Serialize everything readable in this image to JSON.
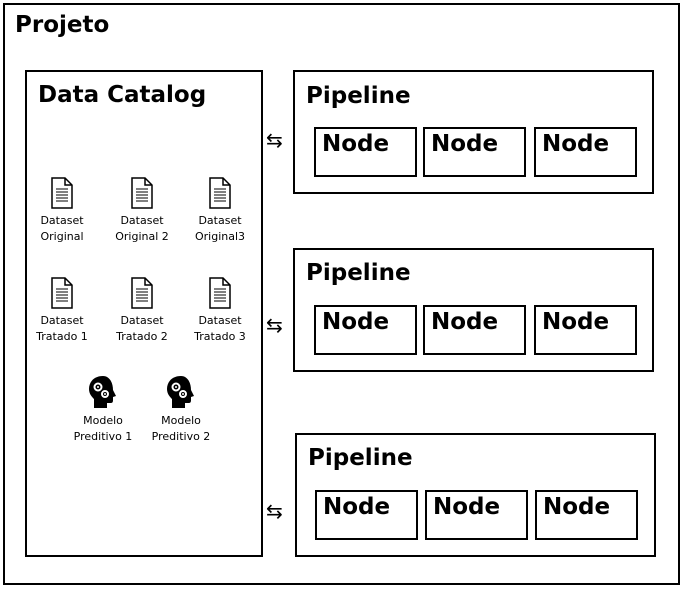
{
  "project": {
    "title": "Projeto"
  },
  "catalog": {
    "title": "Data Catalog",
    "datasets": [
      {
        "label": "Dataset\nOriginal",
        "icon": "document-icon"
      },
      {
        "label": "Dataset\nOriginal 2",
        "icon": "document-icon"
      },
      {
        "label": "Dataset\nOriginal3",
        "icon": "document-icon"
      },
      {
        "label": "Dataset\nTratado 1",
        "icon": "document-icon"
      },
      {
        "label": "Dataset\nTratado 2",
        "icon": "document-icon"
      },
      {
        "label": "Dataset\nTratado 3",
        "icon": "document-icon"
      }
    ],
    "models": [
      {
        "label": "Modelo\nPreditivo  1",
        "icon": "head-gears-icon"
      },
      {
        "label": "Modelo\nPreditivo 2",
        "icon": "head-gears-icon"
      }
    ]
  },
  "pipelines": [
    {
      "title": "Pipeline",
      "nodes": [
        "Node",
        "Node",
        "Node"
      ]
    },
    {
      "title": "Pipeline",
      "nodes": [
        "Node",
        "Node",
        "Node"
      ]
    },
    {
      "title": "Pipeline",
      "nodes": [
        "Node",
        "Node",
        "Node"
      ]
    }
  ],
  "connector": {
    "symbol": "⇆",
    "icon": "bidirectional-arrows-icon"
  }
}
